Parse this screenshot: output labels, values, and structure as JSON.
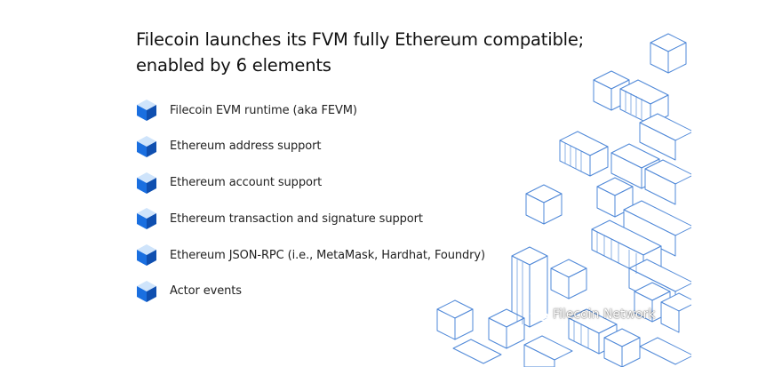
{
  "slide": {
    "title_line1": "Filecoin launches its FVM fully Ethereum compatible;",
    "title_line2": "enabled by 6 elements",
    "items": [
      {
        "label": "Filecoin EVM runtime (aka FEVM)"
      },
      {
        "label": "Ethereum address support"
      },
      {
        "label": "Ethereum account support"
      },
      {
        "label": "Ethereum transaction and signature support"
      },
      {
        "label": "Ethereum JSON-RPC (i.e., MetaMask, Hardhat, Foundry)"
      },
      {
        "label": "Actor events"
      }
    ],
    "bullet_icon": "cube-icon",
    "decoration_icon": "isometric-cubes-pattern",
    "watermark_text": "Filecoin Network",
    "watermark_icon": "wechat-icon",
    "colors": {
      "accent": "#1a6fe0",
      "accent_light": "#cfe4fb",
      "line": "#4f88d8",
      "text": "#111111"
    }
  }
}
